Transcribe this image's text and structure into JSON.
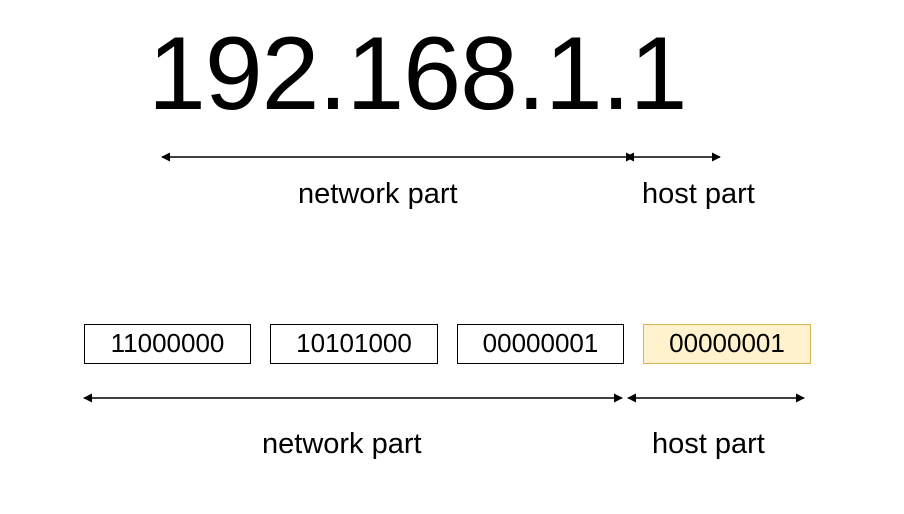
{
  "ip_address": "192.168.1.1",
  "top_labels": {
    "network": "network part",
    "host": "host part"
  },
  "octets": [
    {
      "bits": "11000000",
      "part": "network"
    },
    {
      "bits": "10101000",
      "part": "network"
    },
    {
      "bits": "00000001",
      "part": "network"
    },
    {
      "bits": "00000001",
      "part": "host"
    }
  ],
  "bottom_labels": {
    "network": "network part",
    "host": "host part"
  },
  "colors": {
    "host_fill": "#fff2cc",
    "host_border": "#d6b656",
    "line": "#000000"
  }
}
